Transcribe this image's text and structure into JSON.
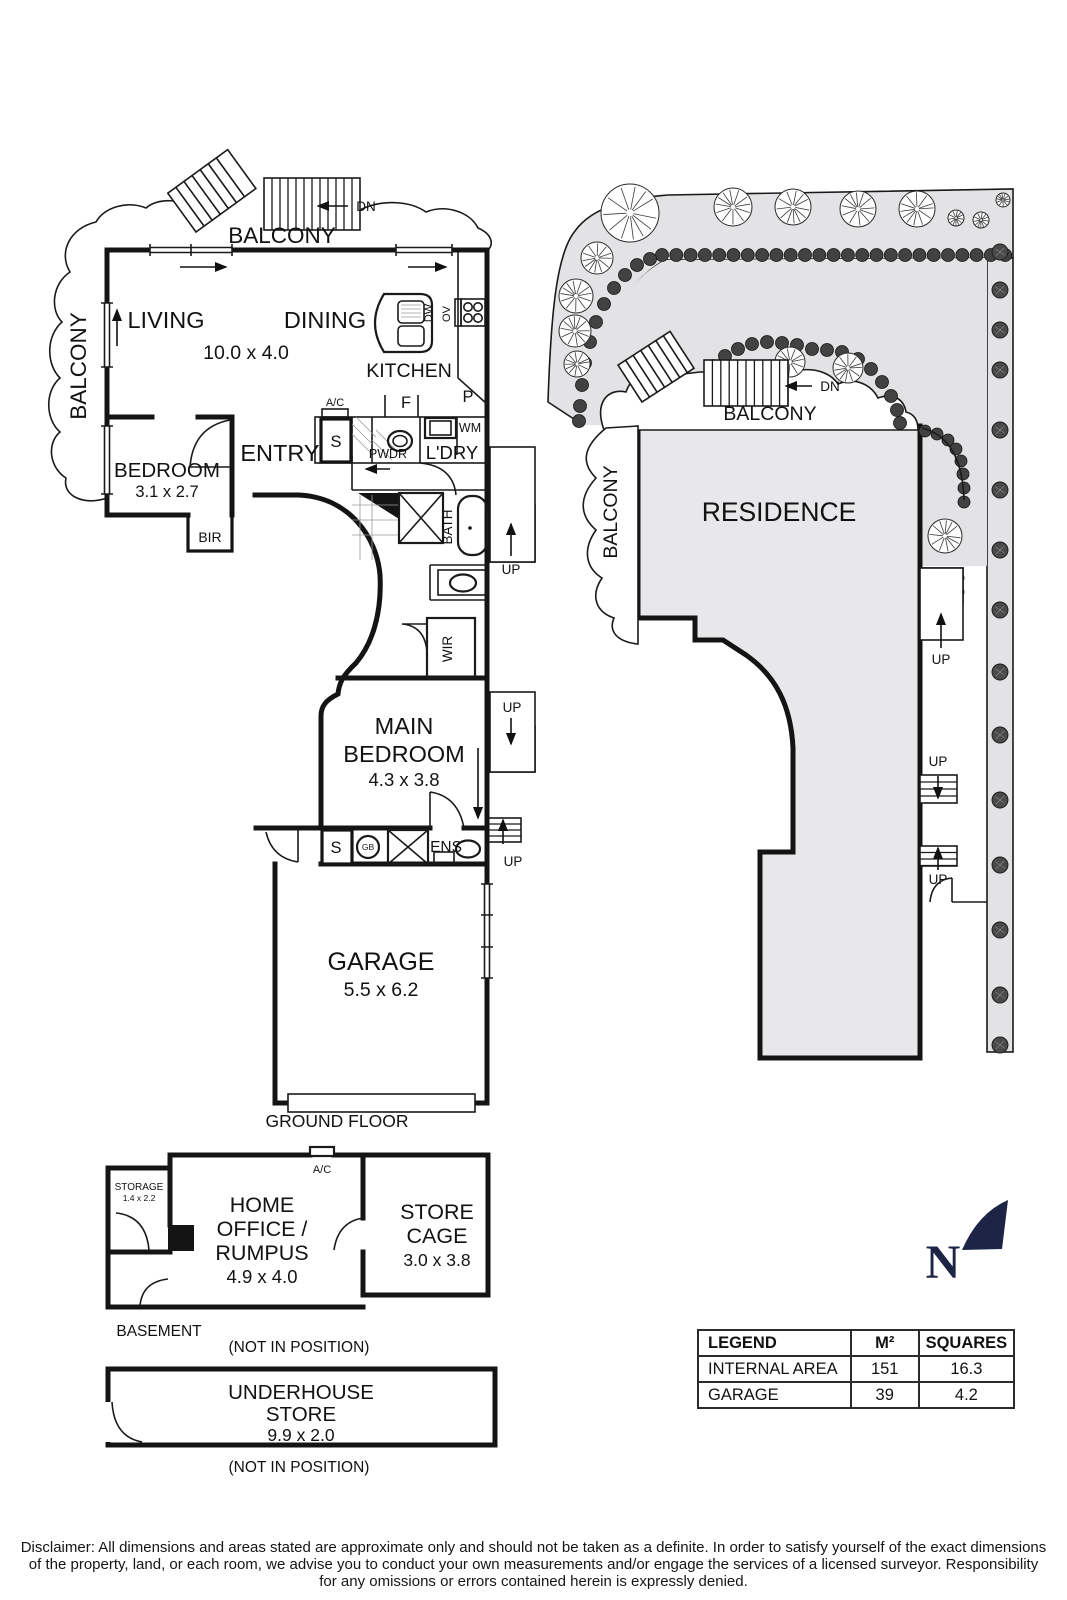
{
  "ground_floor": {
    "balcony": "BALCONY",
    "dn": "DN",
    "living": "LIVING",
    "dining": "DINING",
    "living_dining_dims": "10.0 x 4.0",
    "kitchen": "KITCHEN",
    "ac": "A/C",
    "fridge": "F",
    "pantry": "P",
    "cupboard": "S",
    "powder": "PWDR",
    "laundry": "L'DRY",
    "washing_machine": "WM",
    "dishwasher": "DW",
    "oven": "OV",
    "entry": "ENTRY",
    "bedroom": "BEDROOM",
    "bedroom_dims": "3.1 x 2.7",
    "built_in_robe": "BIR",
    "bath": "BATH",
    "up": "UP",
    "walk_in_robe": "WIR",
    "main_bedroom_line1": "MAIN",
    "main_bedroom_line2": "BEDROOM",
    "main_bedroom_dims": "4.3 x 3.8",
    "gas_unit": "GB",
    "ensuite": "ENS",
    "garage": "GARAGE",
    "garage_dims": "5.5 x 6.2",
    "floor_label": "GROUND FLOOR"
  },
  "site_plan": {
    "balcony": "BALCONY",
    "dn": "DN",
    "residence": "RESIDENCE",
    "up": "UP"
  },
  "basement": {
    "storage": "STORAGE",
    "storage_dims": "1.4 x 2.2",
    "ac": "A/C",
    "home_office_line1": "HOME",
    "home_office_line2": "OFFICE /",
    "home_office_line3": "RUMPUS",
    "home_office_dims": "4.9 x 4.0",
    "store_cage_line1": "STORE",
    "store_cage_line2": "CAGE",
    "store_cage_dims": "3.0 x 3.8",
    "floor_label": "BASEMENT",
    "not_in_position": "(NOT IN POSITION)"
  },
  "underhouse_store": {
    "line1": "UNDERHOUSE",
    "line2": "STORE",
    "dims": "9.9 x 2.0",
    "not_in_position": "(NOT IN POSITION)"
  },
  "north_marker": "N",
  "legend_table": {
    "headers": [
      "LEGEND",
      "M²",
      "SQUARES"
    ],
    "rows": [
      [
        "INTERNAL AREA",
        "151",
        "16.3"
      ],
      [
        "GARAGE",
        "39",
        "4.2"
      ]
    ]
  },
  "disclaimer": {
    "line1": "Disclaimer: All dimensions and areas stated are approximate only and should not be taken as a definite. In order to satisfy yourself of the exact dimensions",
    "line2": "of the property, land, or each room, we advise you to conduct your own measurements and/or engage the services of a licensed surveyor. Responsibility",
    "line3": "for any omissions or errors contained herein is expressly denied."
  },
  "colors": {
    "garden_fill": "#e3e3e5",
    "residence_fill": "#e8e8ea",
    "north_arrow": "#1d2445",
    "line": "#141414"
  }
}
